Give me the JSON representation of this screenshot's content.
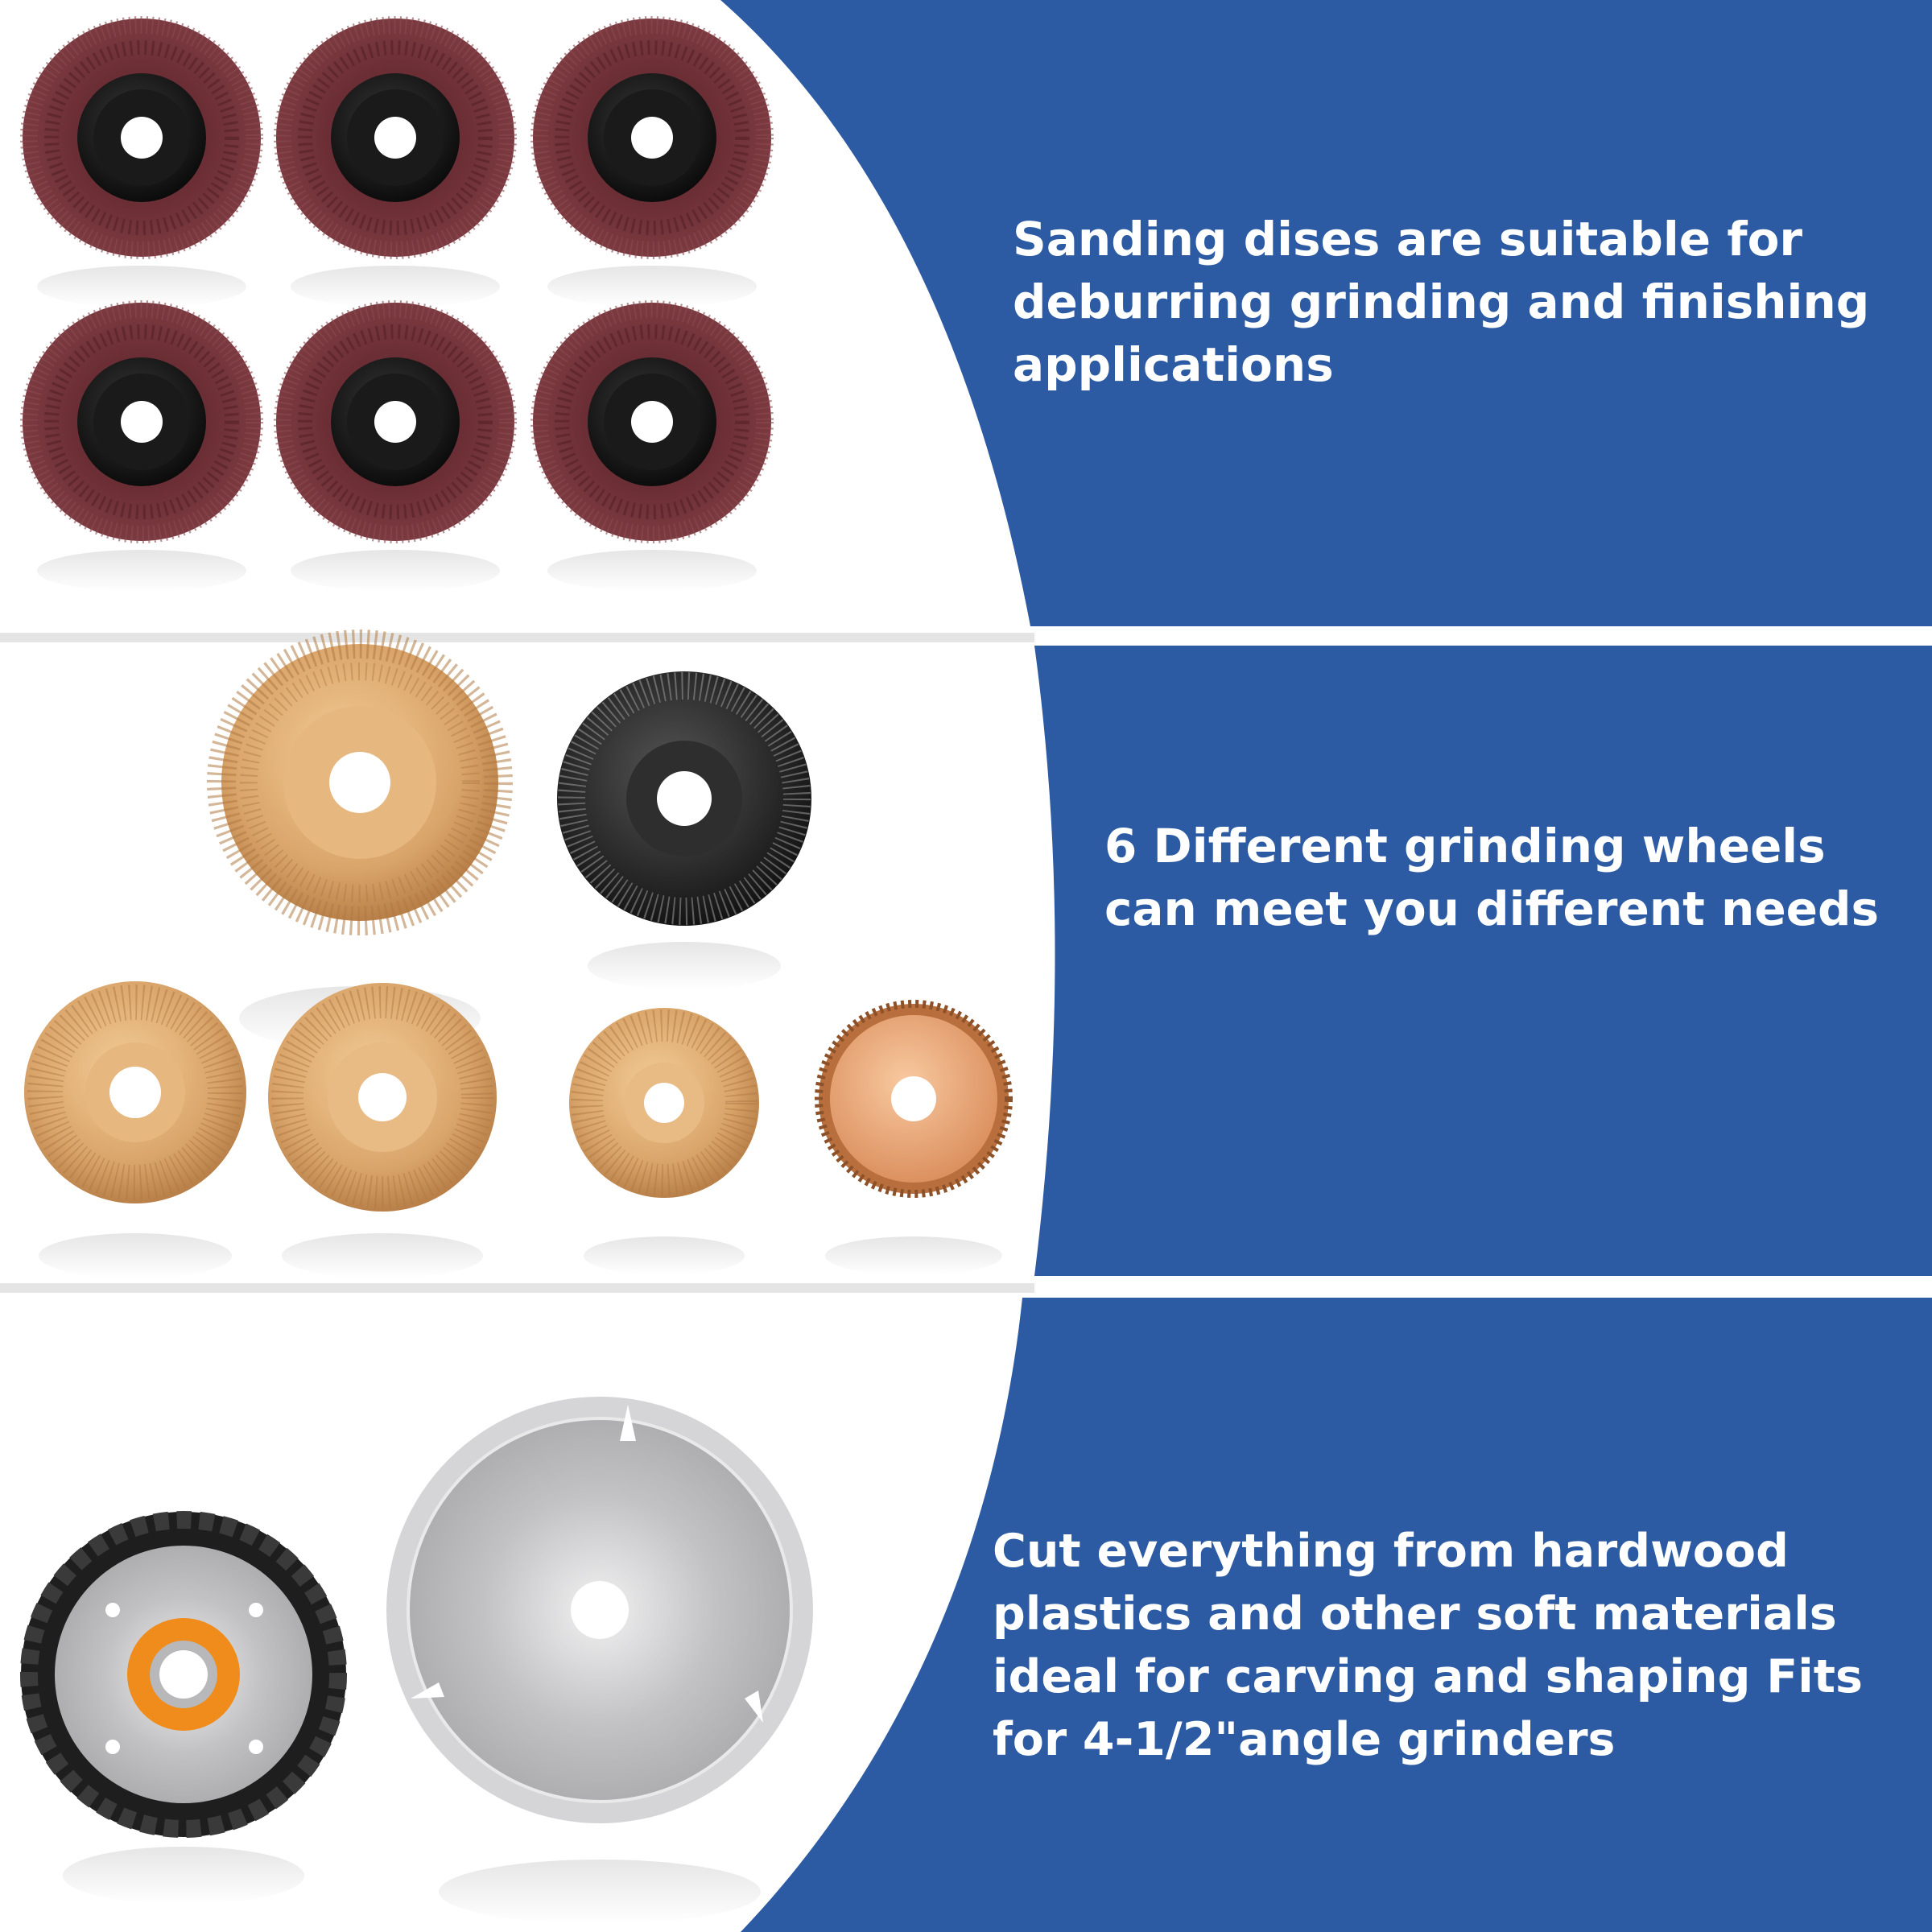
{
  "sections": [
    {
      "product": "flap-sanding-discs",
      "caption": "Sanding dises are suitable for\ndeburring grinding and finishing\napplications"
    },
    {
      "product": "carving-grinding-wheels",
      "caption": "6 Different grinding wheels\ncan meet you different needs"
    },
    {
      "product": "chain-disc-and-saw-blade",
      "caption": "Cut everything from hardwood\nplastics and other soft materials\nideal for carving and shaping Fits\nfor 4-1/2\"angle grinders"
    }
  ],
  "colors": {
    "panel_blue": "#2c5ba3",
    "background": "#ffffff",
    "caption_text": "#ffffff",
    "flap_disc": "#6d2f36",
    "gold_wheel": "#d9a46a",
    "black_wheel": "#222222",
    "copper_wheel": "#e6a277",
    "orange_label": "#f08c1c",
    "steel_blade": "#c9c9cb"
  }
}
